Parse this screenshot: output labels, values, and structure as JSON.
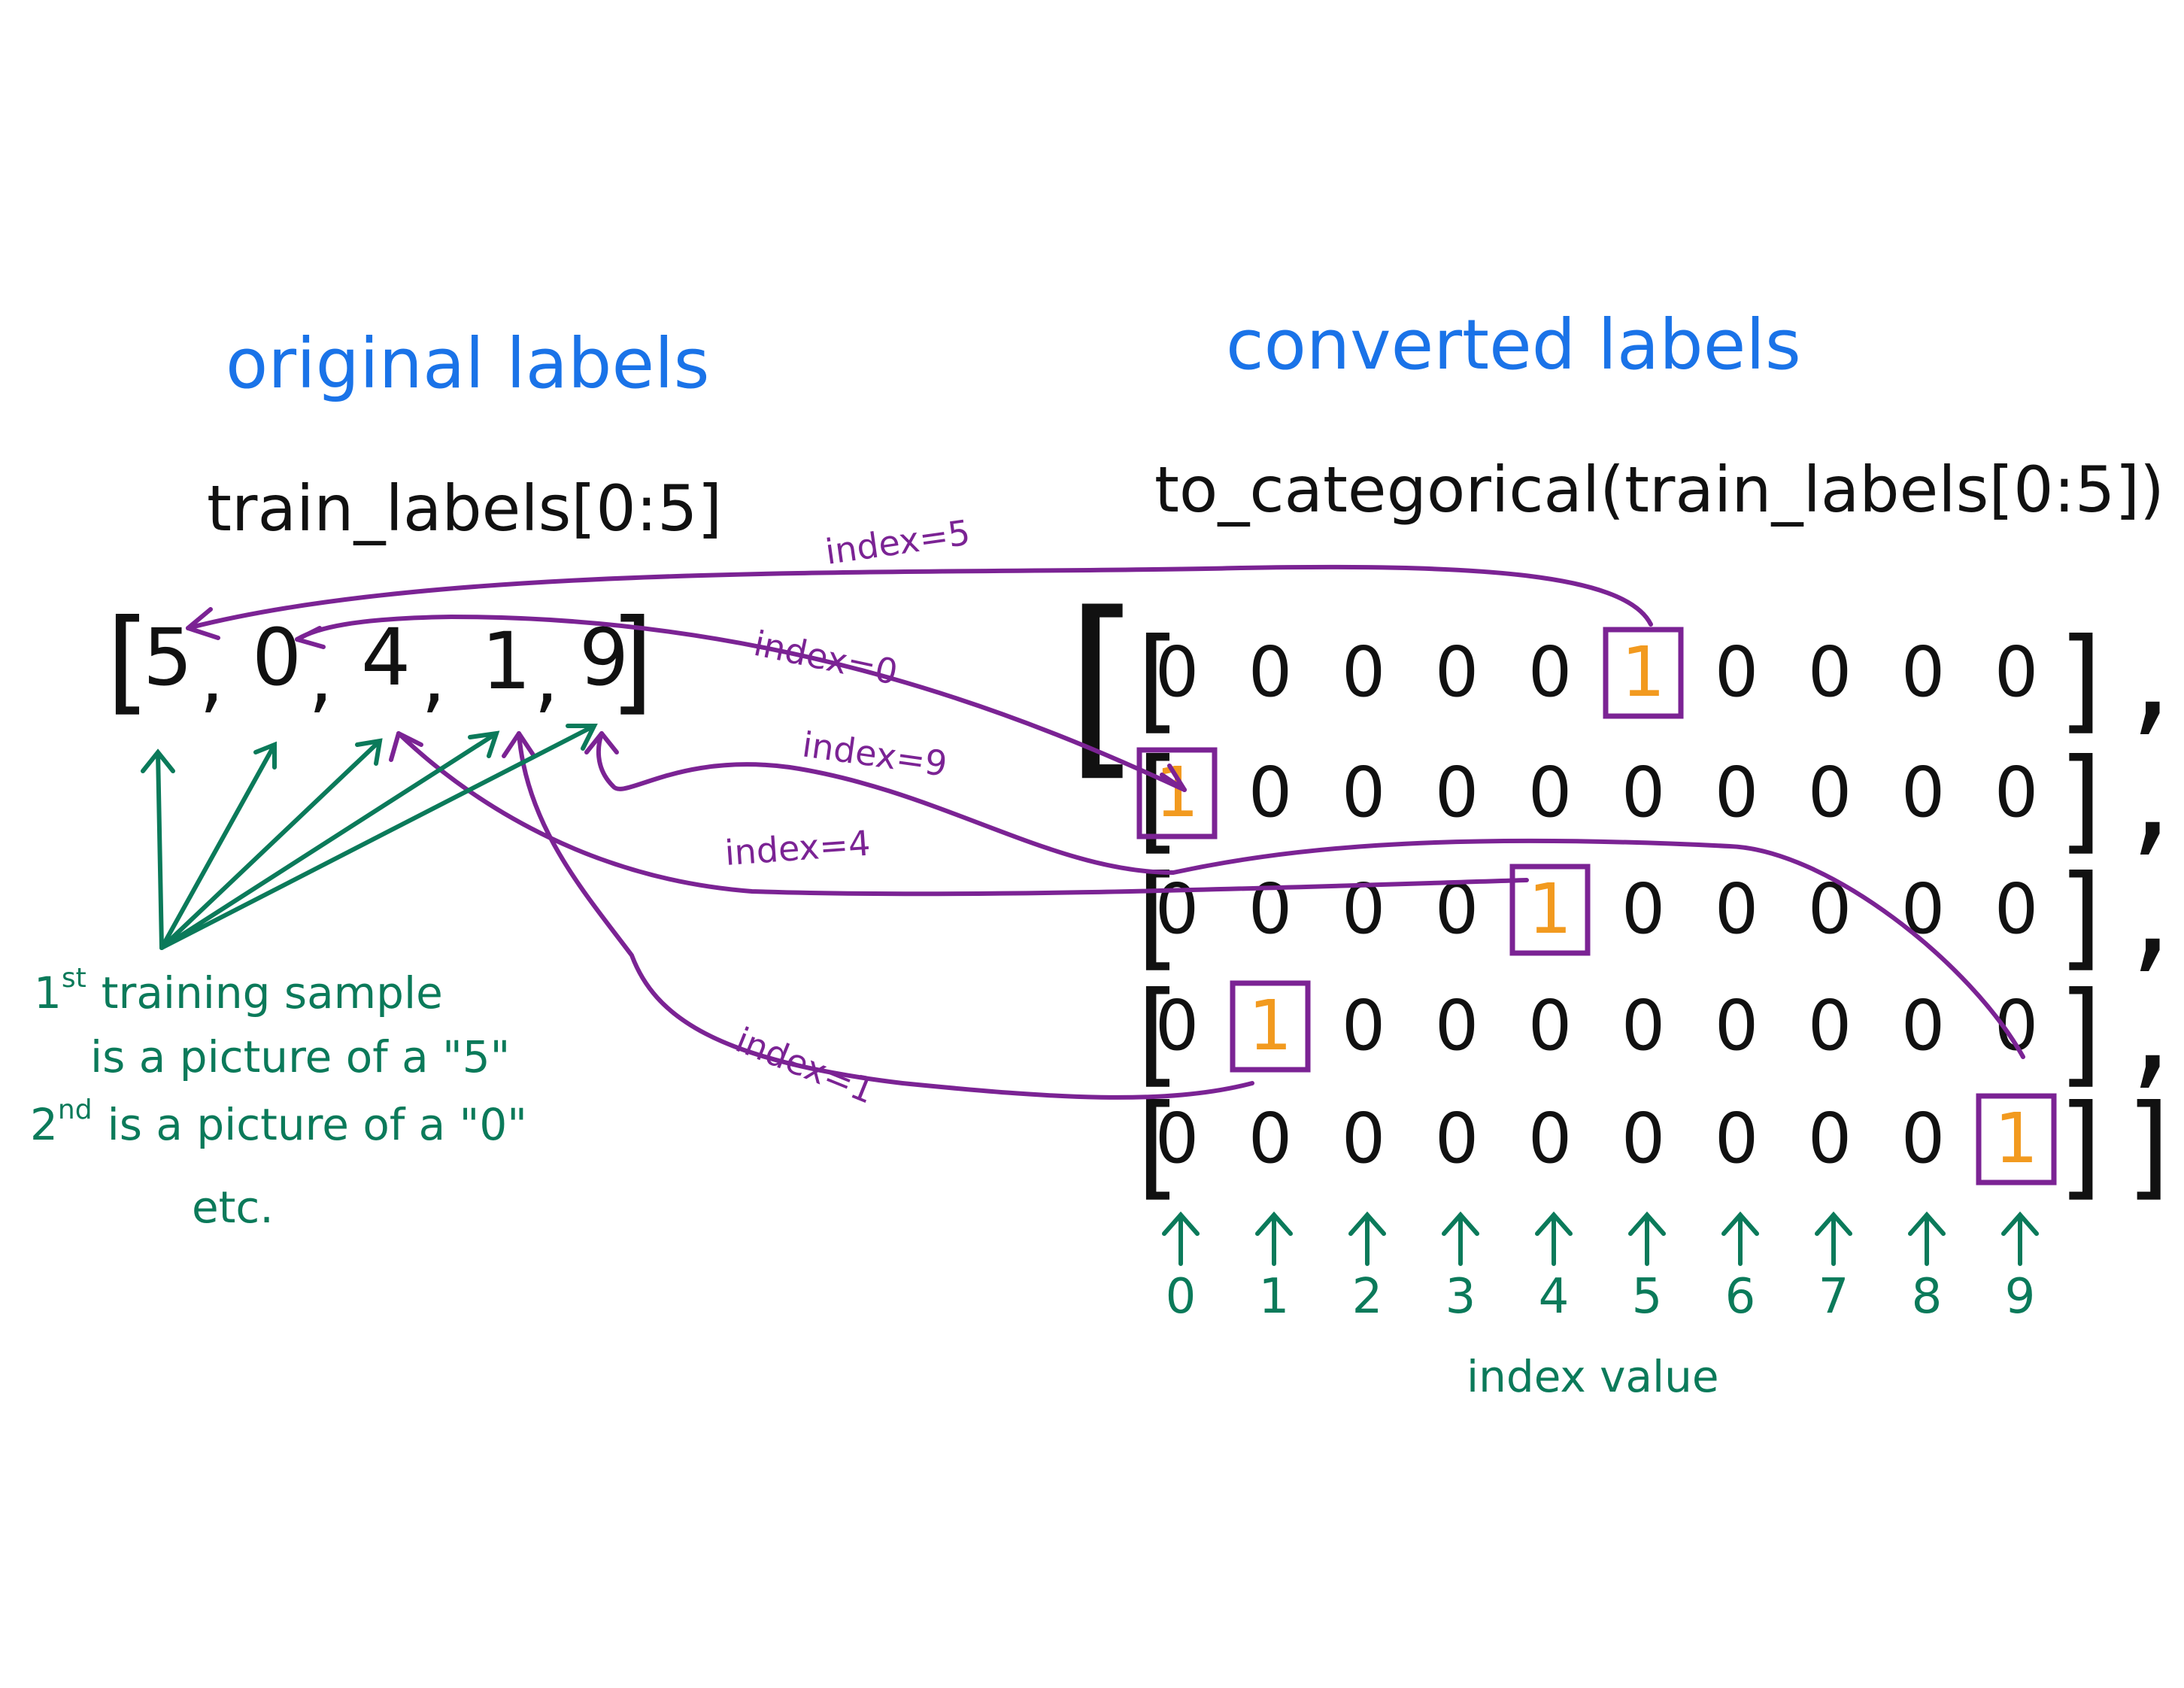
{
  "titles": {
    "original": "original labels",
    "converted": "converted labels"
  },
  "code": {
    "original": "train_labels[0:5]",
    "converted": "to_categorical(train_labels[0:5])"
  },
  "original_labels": [
    "5",
    "0",
    "4",
    "1",
    "9"
  ],
  "one_hot_rows": [
    [
      "0",
      "0",
      "0",
      "0",
      "0",
      "1",
      "0",
      "0",
      "0",
      "0"
    ],
    [
      "1",
      "0",
      "0",
      "0",
      "0",
      "0",
      "0",
      "0",
      "0",
      "0"
    ],
    [
      "0",
      "0",
      "0",
      "0",
      "1",
      "0",
      "0",
      "0",
      "0",
      "0"
    ],
    [
      "0",
      "1",
      "0",
      "0",
      "0",
      "0",
      "0",
      "0",
      "0",
      "0"
    ],
    [
      "0",
      "0",
      "0",
      "0",
      "0",
      "0",
      "0",
      "0",
      "0",
      "1"
    ]
  ],
  "index_annotations": [
    "index=5",
    "index=0",
    "index=9",
    "index=4",
    "index=1"
  ],
  "note": {
    "line1_sup": "st",
    "line1": "1",
    "line1_rest": "training sample",
    "line2": "is a picture of a \"5\"",
    "line3_num": "2",
    "line3_sup": "nd",
    "line3_rest": "is a picture of a \"0\"",
    "line4": "etc."
  },
  "index_axis": {
    "values": [
      "0",
      "1",
      "2",
      "3",
      "4",
      "5",
      "6",
      "7",
      "8",
      "9"
    ],
    "label": "index value"
  },
  "colors": {
    "title": "#1a73e8",
    "ink": "#111111",
    "annotation": "#7b2394",
    "highlight": "#f29a1f",
    "note": "#0b7a5a"
  }
}
